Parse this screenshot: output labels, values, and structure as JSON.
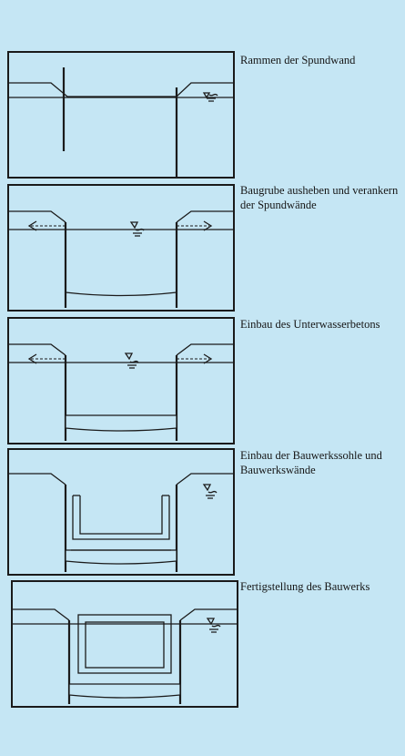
{
  "steps": [
    {
      "caption": "Rammen der Spundwand"
    },
    {
      "caption": "Baugrube ausheben und verankern der Spundwände"
    },
    {
      "caption": "Einbau des Unterwasserbetons"
    },
    {
      "caption": "Einbau der Bauwerkssohle und Bauwerkswände"
    },
    {
      "caption": "Fertigstellung des Bauwerks"
    }
  ],
  "colors": {
    "background": "#c5e6f4",
    "ink": "#1b1b1b"
  },
  "icons": [
    "water-level-icon",
    "anchor-arrow-icon"
  ]
}
